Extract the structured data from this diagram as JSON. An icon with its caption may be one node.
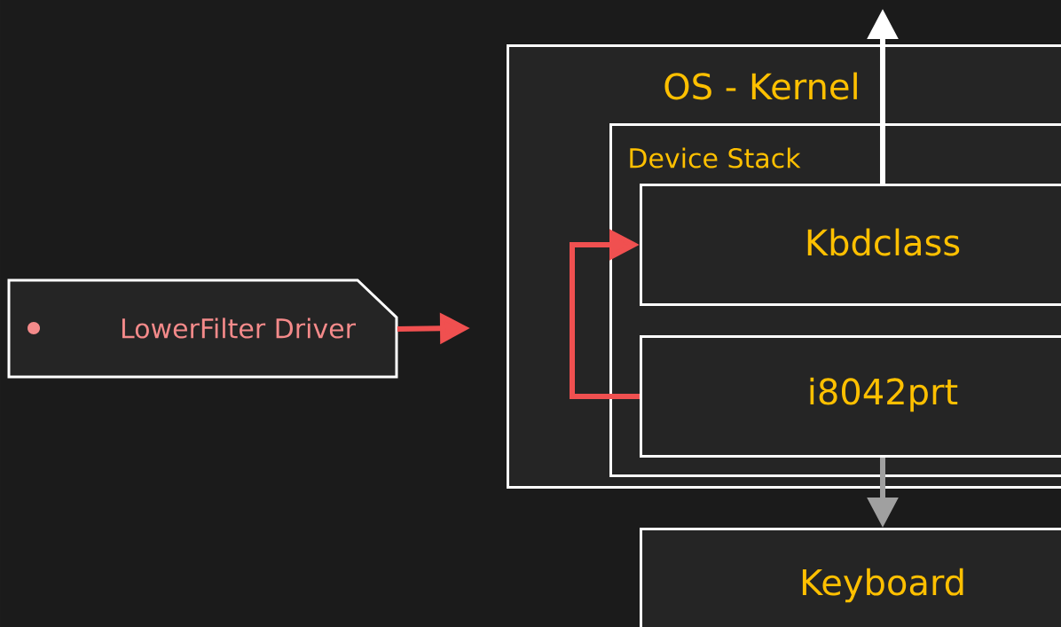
{
  "diagram": {
    "nodes": [
      {
        "text": [
          "OS - Kernel"
        ]
      },
      {
        "text": [
          "Device Stack"
        ],
        "in": 0
      },
      {
        "text": [
          "Kbdclass"
        ],
        "in": 1
      },
      {
        "text": [
          "i8042prt"
        ],
        "in": 1
      },
      {
        "text": [
          "Keyboard"
        ]
      },
      {
        "text": [
          "LowerFilter Driver"
        ]
      }
    ],
    "edges": [
      {
        "from": 2,
        "to": null,
        "arrow": "to",
        "color": "#ffffff"
      },
      {
        "from": 3,
        "to": 2,
        "arrow": "to",
        "color": "#f05050"
      },
      {
        "from": 3,
        "to": 4,
        "arrow": "to",
        "color": "#a0a0a0"
      },
      {
        "from": 5,
        "to": null,
        "arrow": "to",
        "color": "#f05050"
      }
    ]
  }
}
